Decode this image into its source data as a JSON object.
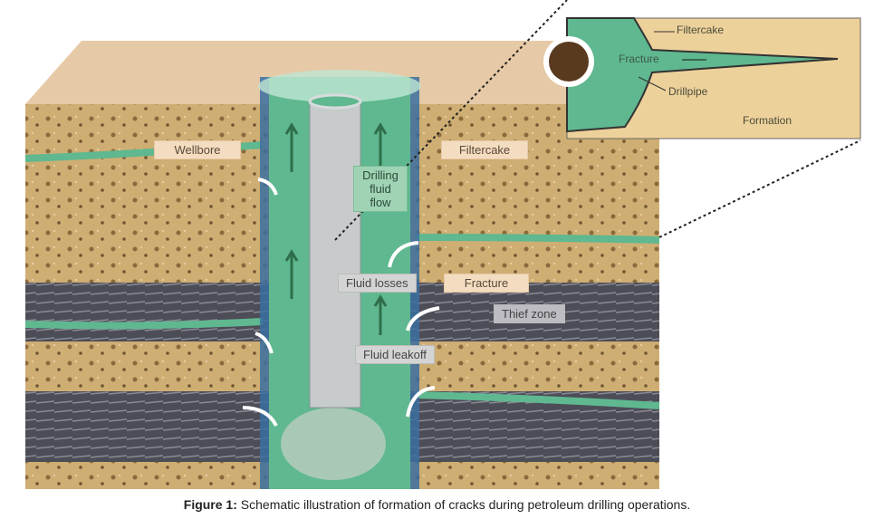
{
  "diagram": {
    "labels": {
      "wellbore": "Wellbore",
      "filtercake": "Filtercake",
      "drilling_fluid_flow": [
        "Drilling",
        "fluid",
        "flow"
      ],
      "fluid_losses": "Fluid losses",
      "fracture": "Fracture",
      "thief_zone": "Thief zone",
      "fluid_leakoff": "Fluid leakoff"
    },
    "inset": {
      "filtercake": "Filtercake",
      "fracture": "Fracture",
      "drillpipe": "Drillpipe",
      "formation": "Formation"
    },
    "colors": {
      "fluid": "#5fb88f",
      "formation": "#c9a56b",
      "thief": "#4a4a55",
      "casing": "#3b6ea0"
    }
  },
  "caption": {
    "prefix": "Figure 1:",
    "text": " Schematic illustration of formation of cracks during petroleum drilling operations."
  }
}
